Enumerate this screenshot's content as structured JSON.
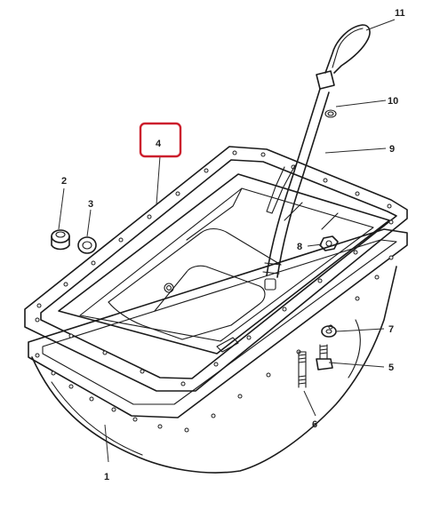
{
  "callouts": [
    {
      "id": "c1",
      "label": "1"
    },
    {
      "id": "c2",
      "label": "2"
    },
    {
      "id": "c3",
      "label": "3"
    },
    {
      "id": "c4",
      "label": "4",
      "highlighted": true
    },
    {
      "id": "c5",
      "label": "5"
    },
    {
      "id": "c6",
      "label": "6"
    },
    {
      "id": "c7",
      "label": "7"
    },
    {
      "id": "c8",
      "label": "8"
    },
    {
      "id": "c9",
      "label": "9"
    },
    {
      "id": "c10",
      "label": "10"
    },
    {
      "id": "c11",
      "label": "11"
    }
  ],
  "colors": {
    "line": "#1b1b1b",
    "highlight": "#cc1f2d",
    "background": "#ffffff"
  }
}
